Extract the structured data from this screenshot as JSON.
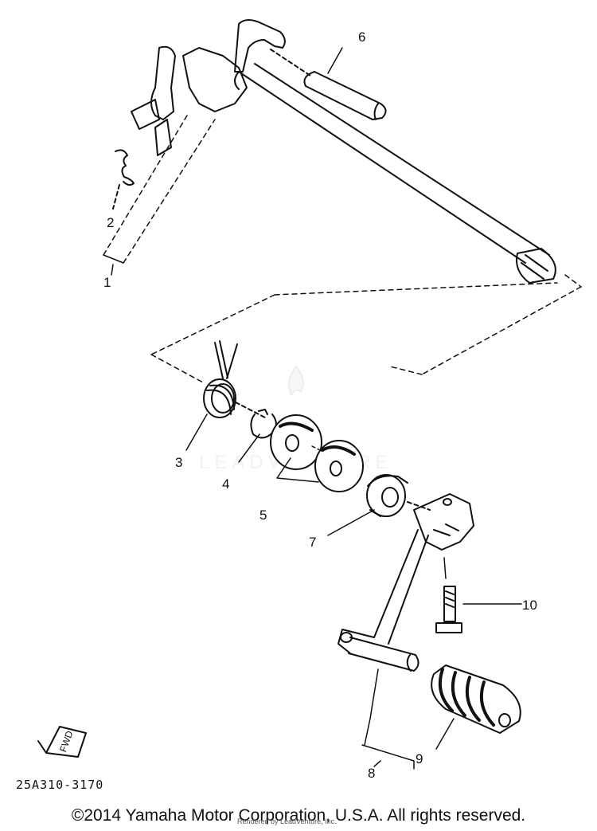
{
  "diagram": {
    "callouts": {
      "c1": "1",
      "c2": "2",
      "c3": "3",
      "c4": "4",
      "c5": "5",
      "c6": "6",
      "c7": "7",
      "c8": "8",
      "c9": "9",
      "c10": "10"
    },
    "part_code": "25A310-3170",
    "fwd_mark": "FWD",
    "watermark": "LEADVENTURE",
    "watermark_sub": "Rendered by LeadVenture, Inc.",
    "copyright": "©2014 Yamaha Motor Corporation, U.S.A. All rights reserved."
  },
  "colors": {
    "ink": "#111111",
    "watermark": "#dddddd"
  }
}
